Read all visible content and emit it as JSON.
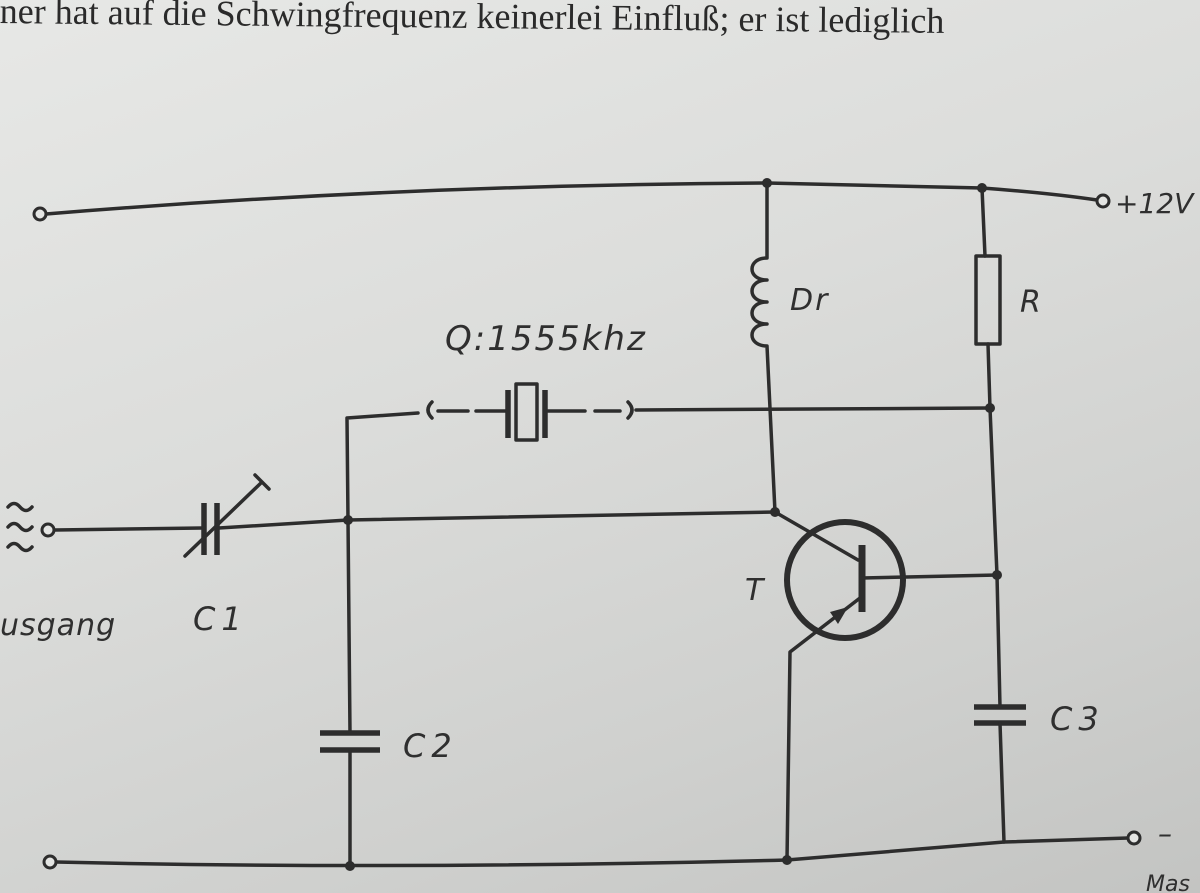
{
  "page": {
    "header_text": "ner hat auf die Schwingfrequenz keinerlei Einfluß; er ist lediglich"
  },
  "diagram": {
    "labels": {
      "supply": "+12V",
      "choke": "Dr",
      "resistor": "R",
      "crystal": "Q:1555khz",
      "output": "usgang",
      "c1": "C1",
      "c2": "C2",
      "c3": "C3",
      "transistor": "T",
      "ground_sign": "–",
      "ground": "Mas"
    },
    "colors": {
      "paper": "#d8d9d7",
      "ink": "#2d2d2d"
    }
  }
}
